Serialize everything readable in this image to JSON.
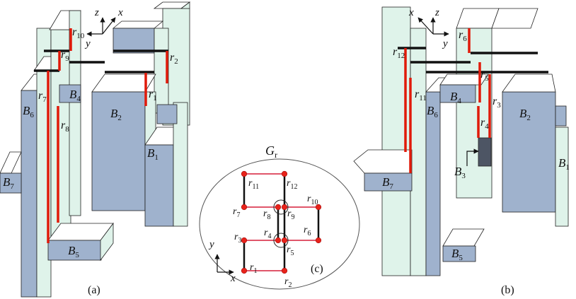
{
  "colors": {
    "block_front": "#9fb2cd",
    "block_side": "#dff3ea",
    "block_top": "#ffffff",
    "edge": "#222222",
    "robot": "#e01a0a",
    "node": "#e8231a",
    "connect": "#e0566a",
    "dark_cell": "#4d5564"
  },
  "panel_a": {
    "caption": "(a)",
    "axes": {
      "z": "z",
      "x": "x",
      "y": "y"
    },
    "blocks": [
      {
        "base": "B",
        "sub": "1"
      },
      {
        "base": "B",
        "sub": "2"
      },
      {
        "base": "B",
        "sub": "4"
      },
      {
        "base": "B",
        "sub": "5"
      },
      {
        "base": "B",
        "sub": "6"
      },
      {
        "base": "B",
        "sub": "7"
      }
    ],
    "robots": [
      {
        "base": "r",
        "sub": "1"
      },
      {
        "base": "r",
        "sub": "2"
      },
      {
        "base": "r",
        "sub": "7"
      },
      {
        "base": "r",
        "sub": "8"
      },
      {
        "base": "r",
        "sub": "9"
      },
      {
        "base": "r",
        "sub": "10"
      }
    ]
  },
  "panel_b": {
    "caption": "(b)",
    "axes": {
      "x": "x",
      "z": "z",
      "y": "y"
    },
    "blocks": [
      {
        "base": "B",
        "sub": "1"
      },
      {
        "base": "B",
        "sub": "2"
      },
      {
        "base": "B",
        "sub": "3"
      },
      {
        "base": "B",
        "sub": "4"
      },
      {
        "base": "B",
        "sub": "5"
      },
      {
        "base": "B",
        "sub": "6"
      },
      {
        "base": "B",
        "sub": "7"
      }
    ],
    "robots": [
      {
        "base": "r",
        "sub": "3"
      },
      {
        "base": "r",
        "sub": "4"
      },
      {
        "base": "r",
        "sub": "5"
      },
      {
        "base": "r",
        "sub": "6"
      },
      {
        "base": "r",
        "sub": "11"
      },
      {
        "base": "r",
        "sub": "12"
      }
    ]
  },
  "panel_c": {
    "caption": "(c)",
    "graph_label": {
      "base": "G",
      "sub": "r"
    },
    "axes": {
      "y": "y",
      "x": "x"
    },
    "nodes": [
      {
        "base": "r",
        "sub": "1"
      },
      {
        "base": "r",
        "sub": "2"
      },
      {
        "base": "r",
        "sub": "3"
      },
      {
        "base": "r",
        "sub": "4"
      },
      {
        "base": "r",
        "sub": "5"
      },
      {
        "base": "r",
        "sub": "6"
      },
      {
        "base": "r",
        "sub": "7"
      },
      {
        "base": "r",
        "sub": "8"
      },
      {
        "base": "r",
        "sub": "9"
      },
      {
        "base": "r",
        "sub": "10"
      },
      {
        "base": "r",
        "sub": "11"
      },
      {
        "base": "r",
        "sub": "12"
      }
    ]
  }
}
